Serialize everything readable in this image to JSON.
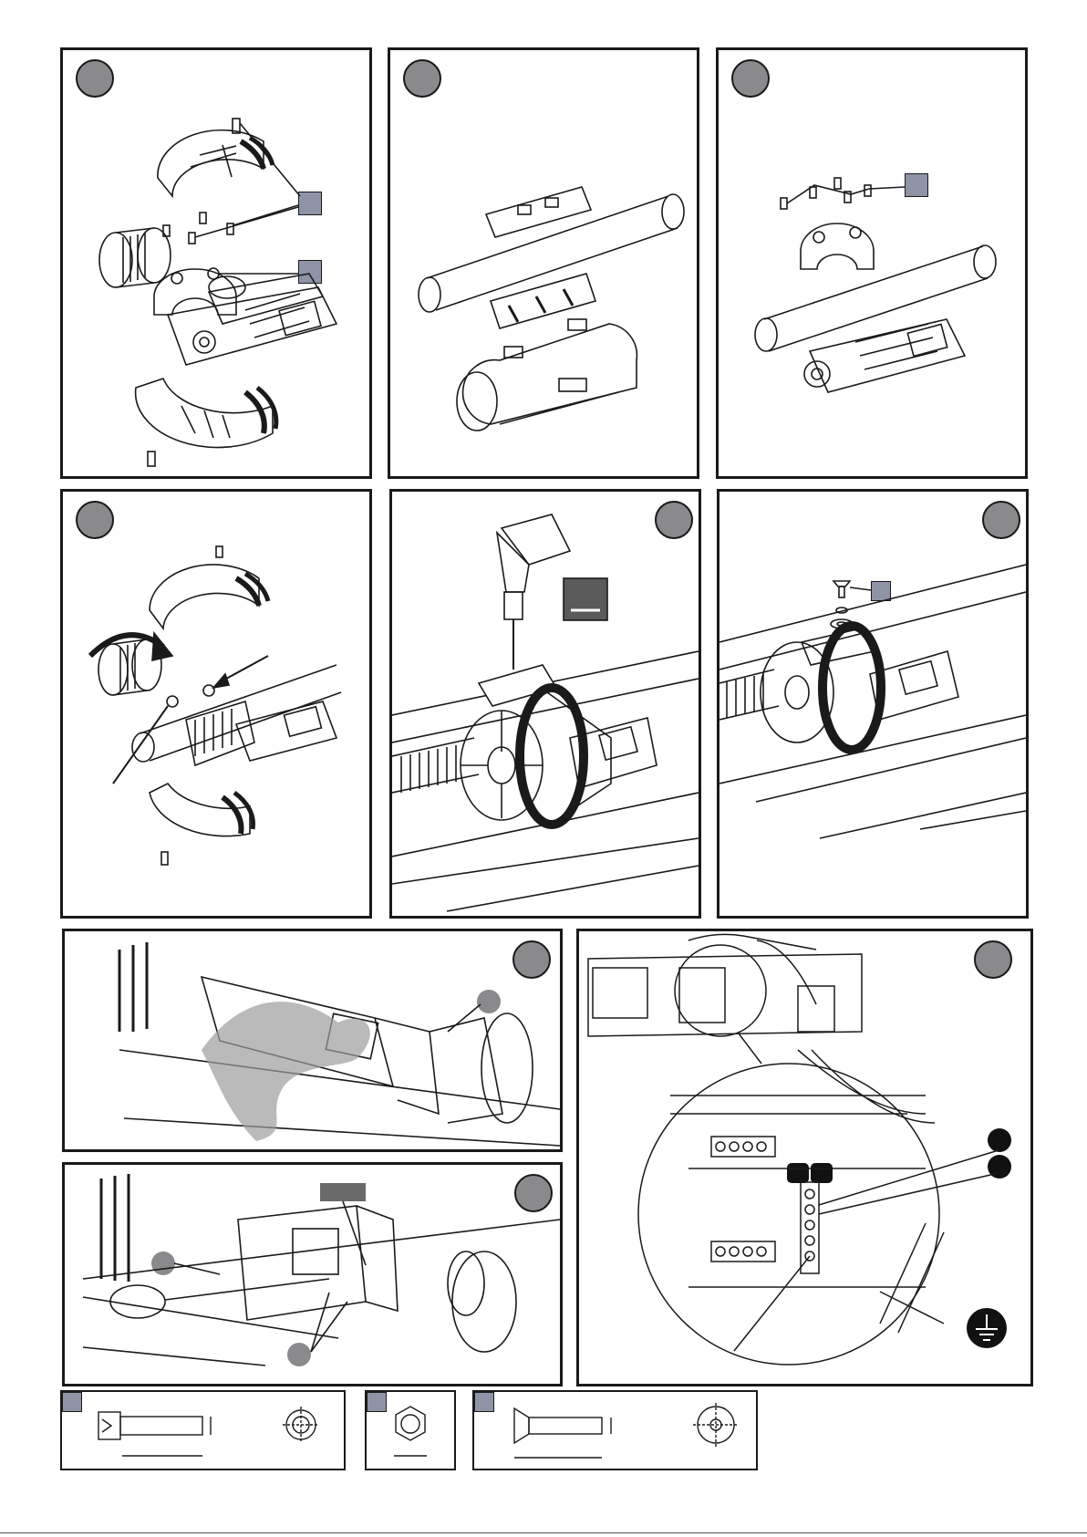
{
  "document": {
    "type": "installation-instructions-figure-sheet",
    "steps": [
      {
        "panel": "panel-1",
        "description_shown": false
      },
      {
        "panel": "panel-2",
        "description_shown": false
      },
      {
        "panel": "panel-3",
        "description_shown": false
      },
      {
        "panel": "panel-4",
        "description_shown": false
      },
      {
        "panel": "panel-5",
        "description_shown": false
      },
      {
        "panel": "panel-6",
        "description_shown": false
      },
      {
        "panel": "panel-7",
        "description_shown": false
      },
      {
        "panel": "panel-8",
        "description_shown": false
      },
      {
        "panel": "panel-9",
        "description_shown": false
      }
    ],
    "screw_references": [
      {
        "type": "socket-head-cap-screw"
      },
      {
        "type": "hex-nut"
      },
      {
        "type": "countersunk-screw"
      }
    ]
  },
  "colors": {
    "outline": "#1a1a1a",
    "step_badge": "#8a8a8c",
    "reference_tag": "#8f93a6",
    "terminal_marker": "#111111"
  },
  "icons": [
    "step-badge",
    "reference-tag",
    "earth-ground-icon",
    "drill-bit-icon"
  ]
}
